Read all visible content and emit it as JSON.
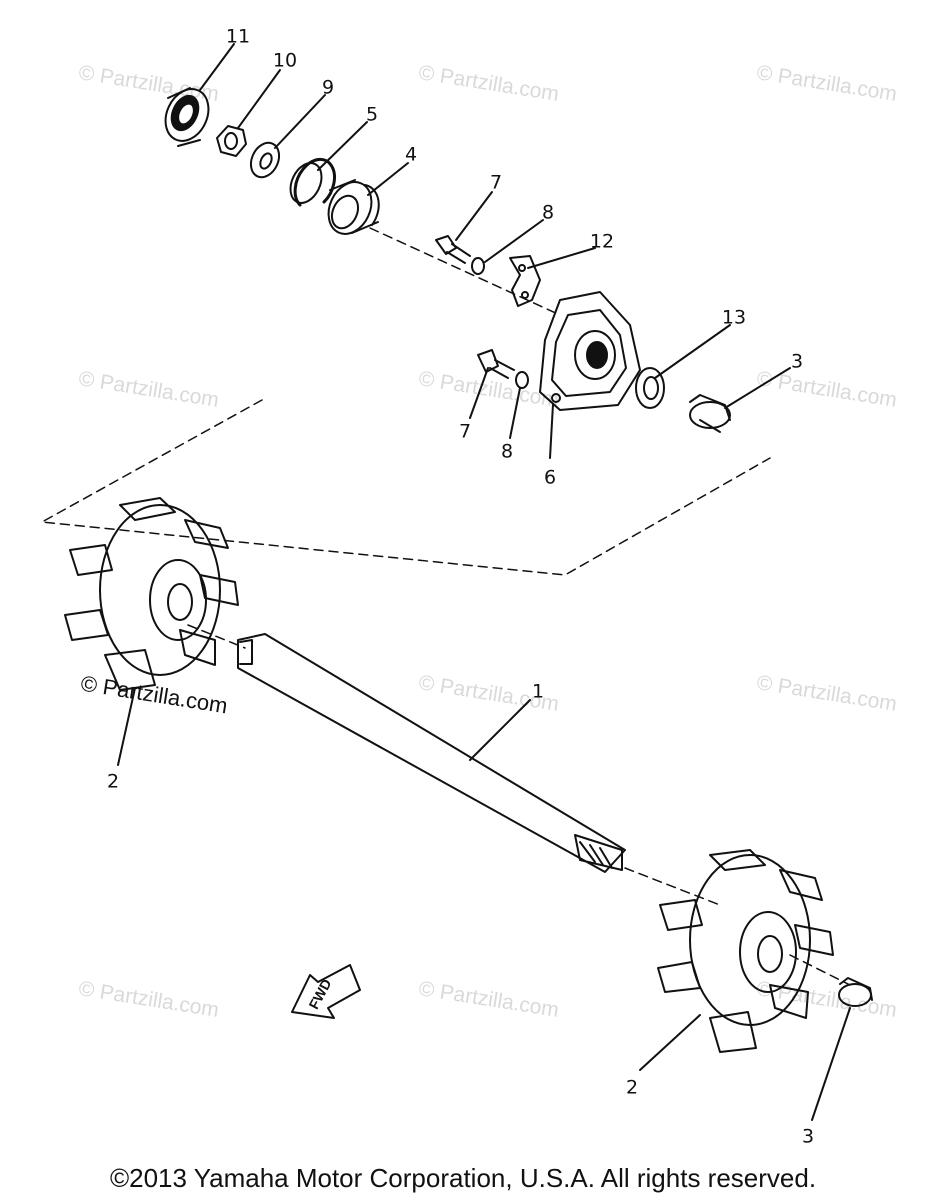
{
  "watermark_text": "© Partzilla.com",
  "diagram": {
    "callouts": {
      "c1": "1",
      "c2a": "2",
      "c2b": "2",
      "c3a": "3",
      "c3b": "3",
      "c4": "4",
      "c5": "5",
      "c6": "6",
      "c7a": "7",
      "c7b": "7",
      "c8a": "8",
      "c8b": "8",
      "c9": "9",
      "c10": "10",
      "c11": "11",
      "c12": "12",
      "c13": "13"
    },
    "fwd_label": "FWD"
  },
  "footer": {
    "copyright": "©2013 Yamaha Motor Corporation, U.S.A. All rights reserved."
  }
}
